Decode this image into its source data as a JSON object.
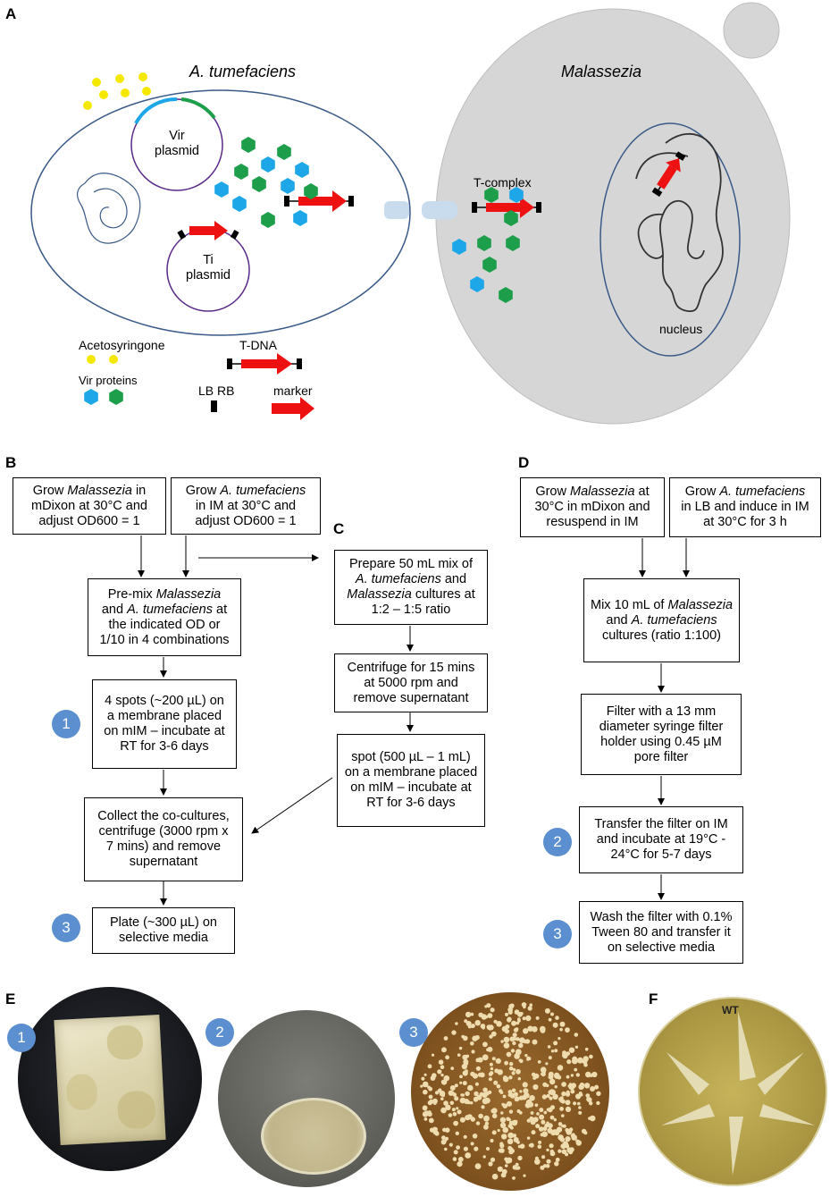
{
  "panels": {
    "A": "A",
    "B": "B",
    "C": "C",
    "D": "D",
    "E": "E",
    "F": "F"
  },
  "panelA": {
    "agro_title": "A. tumefaciens",
    "mala_title": "Malassezia",
    "vir_plasmid": "Vir\nplasmid",
    "ti_plasmid": "Ti\nplasmid",
    "t_complex": "T-complex",
    "nucleus": "nucleus",
    "legend": {
      "acetosyringone": "Acetosyringone",
      "vir_proteins": "Vir proteins",
      "tdna": "T-DNA",
      "lbrb": "LB RB",
      "marker": "marker"
    },
    "colors": {
      "acetosyringone": "#f5e800",
      "vir_blue": "#1ea7e8",
      "vir_green": "#1c9e4a",
      "marker": "#ee1111",
      "cell_fill": "#d6d6d6"
    }
  },
  "panelB": {
    "b1": "Grow Malassezia in\nmDixon at 30°C and\nadjust OD600 = 1",
    "b2": "Grow A. tumefaciens\nin IM at 30°C and\nadjust OD600 = 1",
    "b3": "Pre-mix Malassezia\nand A. tumefaciens at\nthe indicated OD or\n1/10 in 4 combinations",
    "b4": "4 spots (~200 µL) on\na membrane placed\non mIM – incubate at\nRT for 3-6 days",
    "b5": "Collect the co-cultures,\ncentrifuge (3000 rpm x\n7 mins) and remove\nsupernatant",
    "b6": "Plate (~300 µL) on\nselective media"
  },
  "panelC": {
    "c1": "Prepare 50 mL mix of\nA. tumefaciens and\nMalassezia cultures at\n1:2 – 1:5 ratio",
    "c2": "Centrifuge for 15 mins\nat 5000 rpm and\nremove supernatant",
    "c3": "spot (500 µL – 1 mL)\non a membrane placed\non mIM – incubate at\nRT for 3-6 days"
  },
  "panelD": {
    "d1": "Grow Malassezia at\n30°C in mDixon and\nresuspend in IM",
    "d2": "Grow A. tumefaciens\nin LB and induce in IM\nat 30°C for 3 h",
    "d3": "Mix 10 mL of Malassezia\nand A. tumefaciens\ncultures (ratio 1:100)",
    "d4": "Filter with a 13 mm\ndiameter syringe filter\nholder using 0.45 µM\npore filter",
    "d5": "Transfer the filter on IM\nand incubate at 19°C -\n24°C for 5-7 days",
    "d6": "Wash the filter with 0.1%\nTween 80 and transfer it\non selective media"
  },
  "steps": {
    "s1": "1",
    "s2": "2",
    "s3": "3"
  },
  "panelF": {
    "wt": "WT"
  }
}
